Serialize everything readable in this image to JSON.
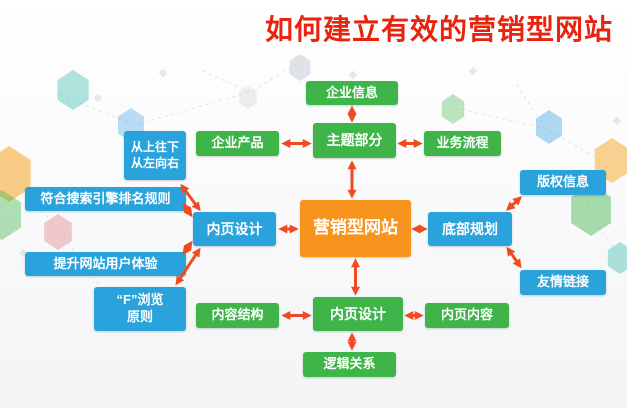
{
  "title": "如何建立有效的营销型网站",
  "colors": {
    "green": "#3eb449",
    "blue": "#2aa2db",
    "orange": "#f7941e",
    "arrow": "#ef4b23",
    "title_red": "#e8230e"
  },
  "nodes": {
    "center": "营销型网站",
    "theme_section": "主题部分",
    "company_info": "企业信息",
    "company_product": "企业产品",
    "business_process": "业务流程",
    "inner_page_design_left": "内页设计",
    "top_to_bottom": "从上往下\n从左向右",
    "seo_ranking_rules": "符合搜索引擎排名规则",
    "improve_user_experience": "提升网站用户体验",
    "f_browsing_principle": "“F”浏览\n原则",
    "bottom_planning": "底部规划",
    "copyright_info": "版权信息",
    "friendly_links": "友情链接",
    "inner_page_design_bottom": "内页设计",
    "content_structure": "内容结构",
    "inner_page_content": "内页内容",
    "logical_relation": "逻辑关系"
  }
}
